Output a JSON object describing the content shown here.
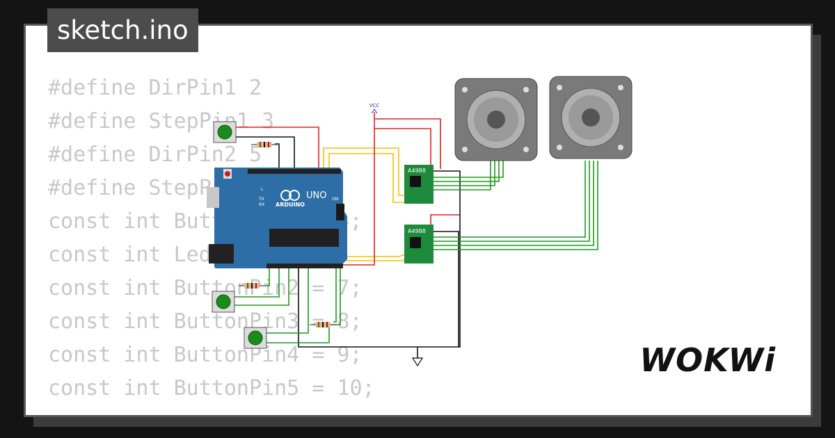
{
  "file_tab": {
    "label": "sketch.ino"
  },
  "code_lines": [
    "#define DirPin1 2",
    "#define StepPin1 3",
    "#define DirPin2 5",
    "#define StepPin2 6",
    "",
    "const int ButtonPin1 = 4;",
    "const int LedPin = 13;",
    "const int ButtonPin2 = 7;",
    "const int ButtonPin3 = 8;",
    "const int ButtonPin4 = 9;",
    "const int ButtonPin5 = 10;"
  ],
  "circuit": {
    "vcc_label": "VCC",
    "driver_1": {
      "label": "A4988"
    },
    "driver_2": {
      "label": "A4988"
    },
    "board": {
      "brand": "ARDUINO",
      "model": "UNO",
      "on_label": "ON",
      "tx_label": "TX",
      "rx_label": "RX",
      "l_label": "L"
    },
    "wire_colors": {
      "red": "#e02020",
      "black": "#111111",
      "green": "#1a9a1a",
      "yellow": "#f2c200"
    },
    "board_color": "#2e6ea6",
    "driver_color": "#1d8a3c"
  },
  "logo": {
    "text": "WOKWi"
  }
}
